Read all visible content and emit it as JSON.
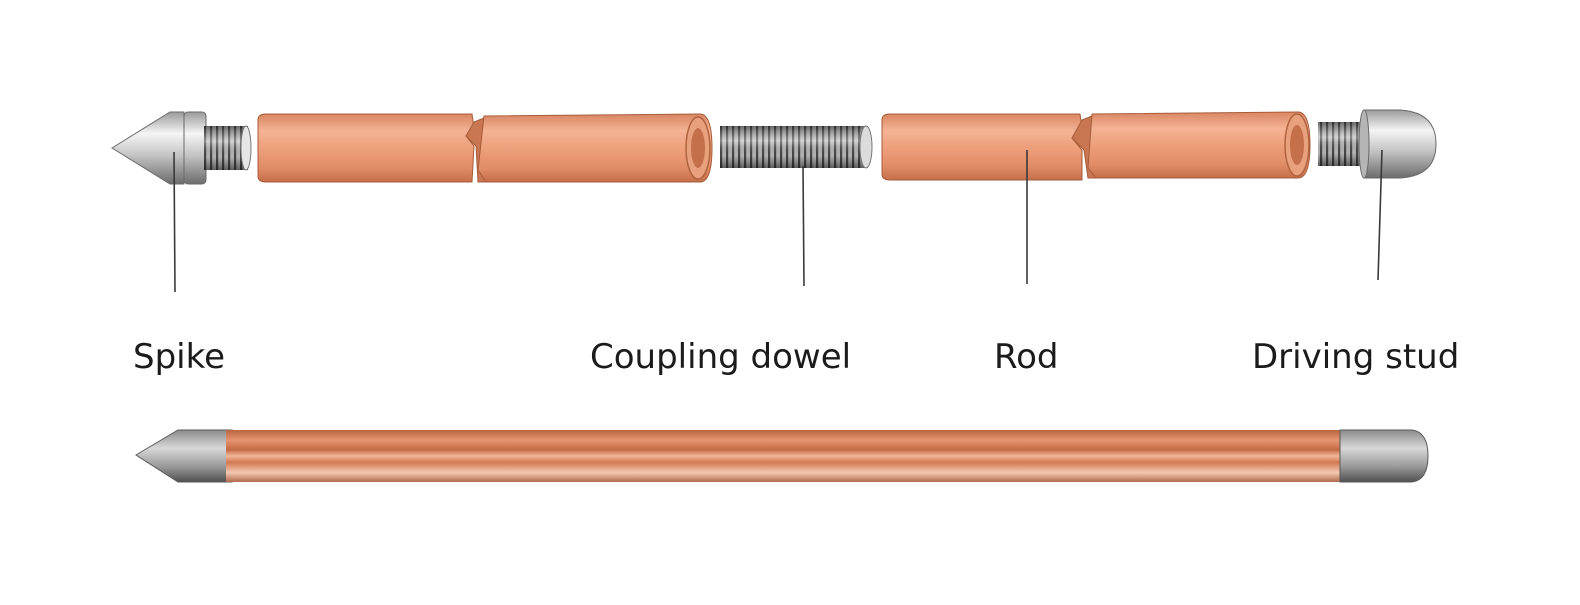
{
  "labels": {
    "spike": "Spike",
    "coupling_dowel": "Coupling dowel",
    "rod": "Rod",
    "driving_stud": "Driving stud"
  },
  "colors": {
    "copper_light": "#f2b08f",
    "copper_mid": "#e08a62",
    "copper_dark": "#c06a45",
    "steel_light": "#f2f2f2",
    "steel_mid": "#b4b4b4",
    "steel_dark": "#6e6e6e",
    "leader_line": "#3a3a3a",
    "text": "#1b1b1b"
  }
}
